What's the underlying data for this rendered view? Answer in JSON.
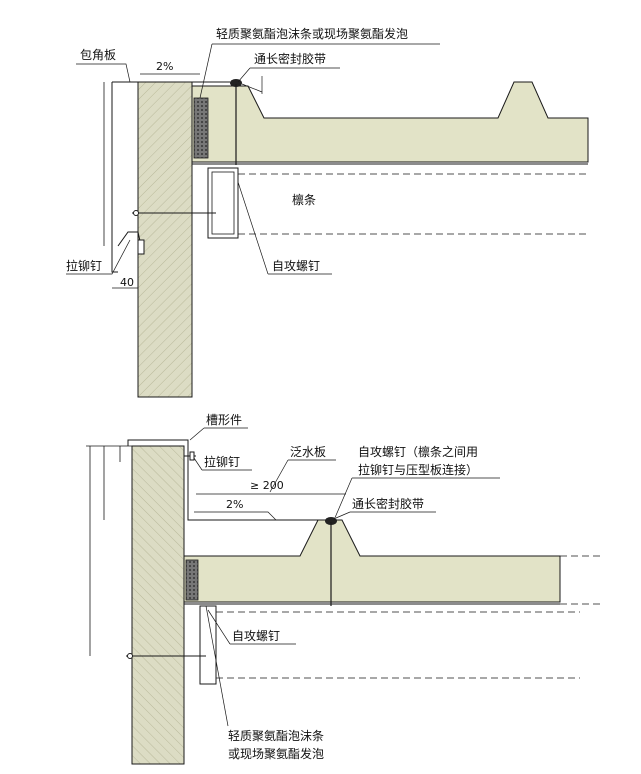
{
  "top_detail": {
    "label_foam_line1": "轻质聚氨酯泡沫条或现场聚氨酯发泡",
    "label_sealant_tape": "通长密封胶带",
    "label_corner_flashing": "包角板",
    "label_slope": "2%",
    "label_purlin": "檩条",
    "label_rivet": "拉铆钉",
    "label_screw": "自攻螺钉",
    "dim_40": "40"
  },
  "bottom_detail": {
    "label_channel": "槽形件",
    "label_rivet": "拉铆钉",
    "label_flashing": "泛水板",
    "label_screw_note_line1": "自攻螺钉（檩条之间用",
    "label_screw_note_line2": "拉铆钉与压型板连接）",
    "label_min_width": "≥ 200",
    "label_slope": "2%",
    "label_sealant_tape": "通长密封胶带",
    "label_screw": "自攻螺钉",
    "label_foam_line1": "轻质聚氨酯泡沫条",
    "label_foam_line2": "或现场聚氨酯发泡"
  },
  "colors": {
    "wall_fill": "#dcdcc4",
    "panel_fill": "#e2e3c7",
    "line": "#1a1a1a"
  }
}
